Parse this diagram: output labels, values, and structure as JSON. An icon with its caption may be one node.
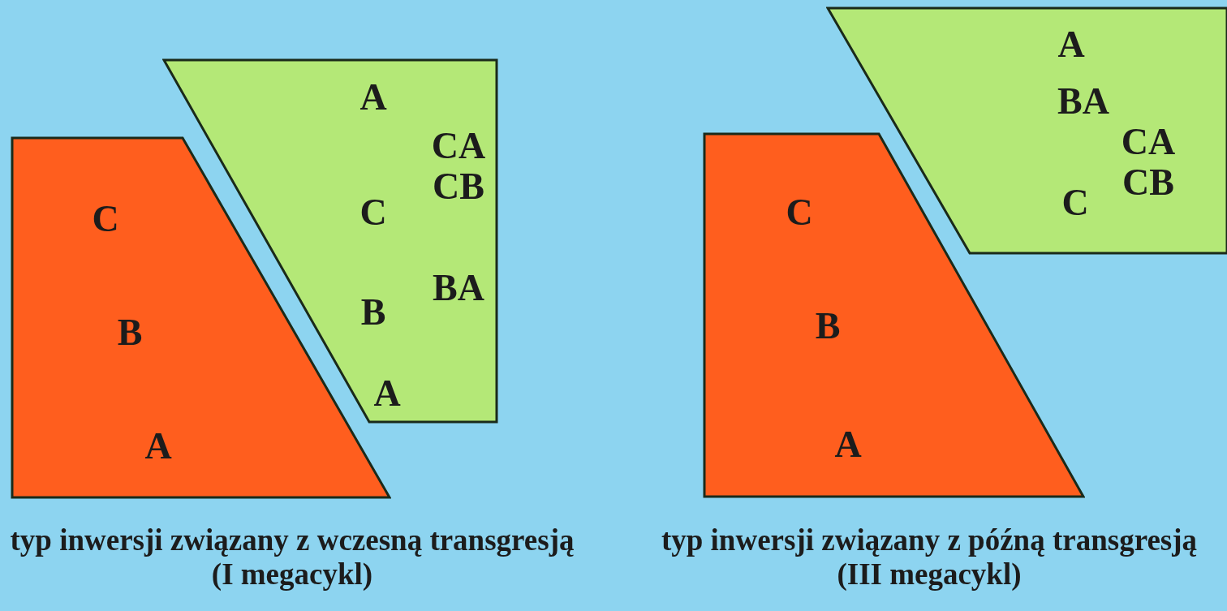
{
  "diagram": {
    "nodes": [
      {
        "text": [
          "C",
          "B",
          "A"
        ]
      },
      {
        "text": [
          "A",
          "CA",
          "CB",
          "C",
          "BA",
          "B",
          "A"
        ]
      },
      {
        "text": [
          "C",
          "B",
          "A"
        ]
      },
      {
        "text": [
          "A",
          "BA",
          "CA",
          "CB",
          "C"
        ]
      }
    ],
    "labels": [
      "typ inwersji związany z wczesną transgresją (I megacykl)",
      "typ inwersji związany z późną transgresją (III megacykl)"
    ]
  }
}
